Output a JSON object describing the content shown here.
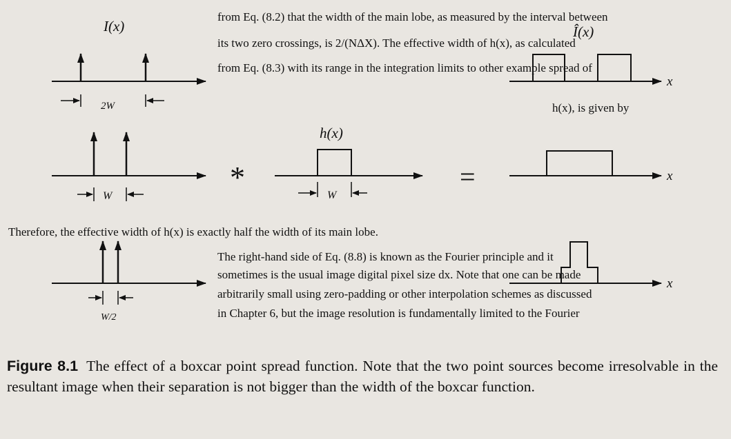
{
  "figure": {
    "labels": {
      "I_x": "I(x)",
      "I_hat_x": "Î(x)",
      "h_x": "h(x)",
      "x": "x",
      "two_w": "2W",
      "w": "W",
      "w_half": "W/2",
      "convolve": "*",
      "equals": "="
    },
    "bleed_through": [
      "from Eq. (8.2) that the width of the main lobe, as measured by the interval between",
      "its two zero crossings, is 2/(NΔX). The effective width of h(x), as calculated",
      "from Eq. (8.3) with its range in the integration limits to other example spread of",
      "h(x), is given by",
      "Therefore, the effective width of h(x) is exactly half the width of its main lobe.",
      "The right-hand side of Eq. (8.8) is known as the Fourier principle and it",
      "sometimes is the usual image digital pixel size dx. Note that one can be made",
      "arbitrarily small using zero-padding or other interpolation schemes as discussed",
      "in Chapter 6, but the image resolution is fundamentally limited to the Fourier"
    ]
  },
  "caption": {
    "label": "Figure 8.1",
    "text": "The effect of a boxcar point spread function. Note that the two point sources become irresolvable in the resultant image when their separation is not bigger than the width of the boxcar function."
  },
  "colors": {
    "ink": "#111111",
    "paper": "#e9e6e1",
    "bleed": "#bdb9b3"
  }
}
